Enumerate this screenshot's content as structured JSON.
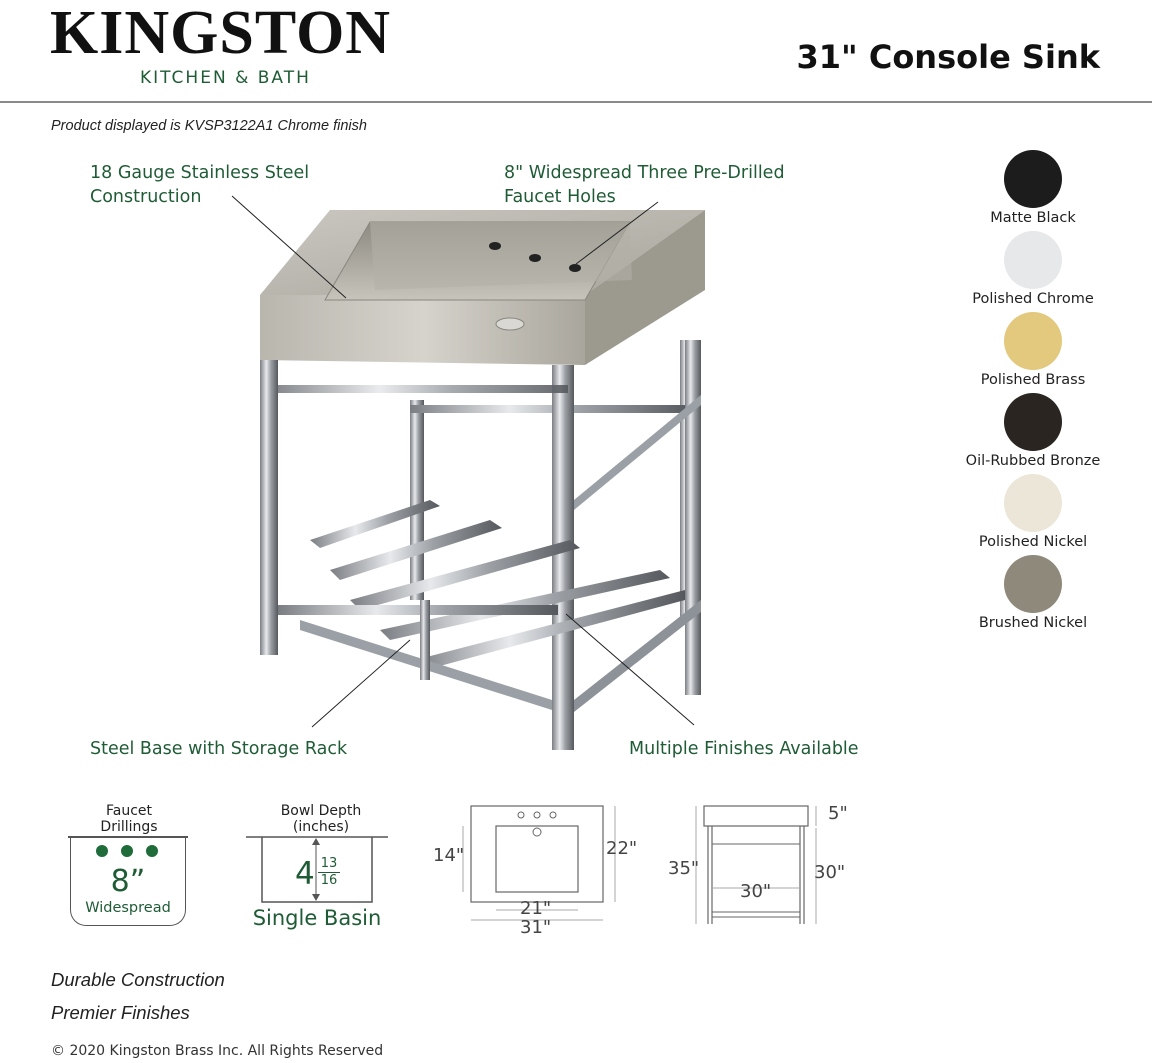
{
  "brand": {
    "name": "KINGSTON",
    "tagline": "KITCHEN & BATH"
  },
  "header": {
    "title": "31\" Console Sink"
  },
  "product_note": "Product displayed is KVSP3122A1 Chrome finish",
  "callouts": {
    "construction": "18 Gauge Stainless Steel\nConstruction",
    "faucet_holes": "8\" Widespread Three Pre-Drilled\nFaucet Holes",
    "base": "Steel Base with Storage Rack",
    "finishes": "Multiple Finishes Available"
  },
  "finishes": [
    {
      "label": "Matte Black",
      "color": "#1c1c1c"
    },
    {
      "label": "Polished Chrome",
      "color": "#e6e8ea"
    },
    {
      "label": "Polished Brass",
      "color": "#e2c97e"
    },
    {
      "label": "Oil-Rubbed Bronze",
      "color": "#2b2522"
    },
    {
      "label": "Polished Nickel",
      "color": "#ece6d8"
    },
    {
      "label": "Brushed Nickel",
      "color": "#8f897c"
    }
  ],
  "specs": {
    "drillings": {
      "label": "Faucet\nDrillings",
      "value": "8”",
      "sub": "Widespread",
      "color": "#1f6b3a"
    },
    "bowl_depth": {
      "label": "Bowl Depth\n(inches)",
      "whole": "4",
      "numerator": "13",
      "denominator": "16",
      "sub": "Single Basin"
    }
  },
  "dimensions": {
    "top_depth": "14\"",
    "top_width_inner": "21\"",
    "top_width": "31\"",
    "top_height": "22\"",
    "side_top": "5\"",
    "side_total": "35\"",
    "side_width": "30\"",
    "side_height": "30\""
  },
  "bullets": [
    "Durable Construction",
    "Premier Finishes"
  ],
  "copyright": "© 2020 Kingston Brass Inc. All Rights Reserved"
}
